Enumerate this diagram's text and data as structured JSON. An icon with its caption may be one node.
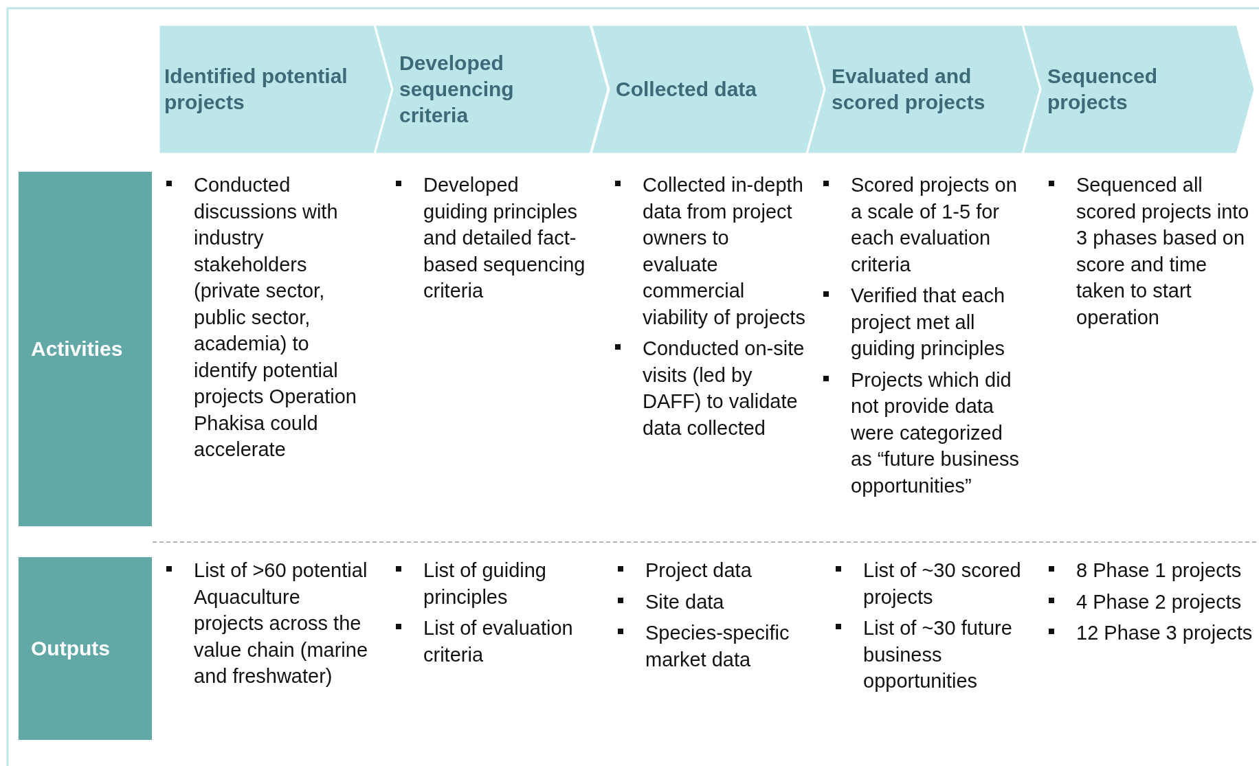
{
  "diagram": {
    "nodes": [
      {
        "text": [
          "Identified potential projects"
        ]
      },
      {
        "text": [
          "Developed sequencing criteria"
        ]
      },
      {
        "text": [
          "Collected data"
        ]
      },
      {
        "text": [
          "Evaluated and scored projects"
        ]
      },
      {
        "text": [
          "Sequenced projects"
        ]
      },
      {
        "text": [
          "Activities"
        ]
      },
      {
        "text": [
          "Outputs"
        ]
      }
    ],
    "edges": [],
    "labels": [
      "Conducted discussions with industry stakeholders (private sector, public sector, academia) to identify potential projects Operation Phakisa could accelerate",
      "Developed guiding principles and detailed fact-based sequencing criteria",
      "Collected in-depth data from project owners to evaluate commercial viability of projects",
      "Conducted on-site visits (led by DAFF) to validate data collected",
      "Scored projects on a scale of 1-5 for each evaluation criteria",
      "Verified that each project met all guiding principles",
      "Projects which did not provide data were categorized as “future business opportunities”",
      "Sequenced all scored projects into 3 phases based on score and time taken to start operation",
      "List of >60 potential Aquaculture projects across the value chain (marine and freshwater)",
      "List of guiding principles",
      "List of evaluation criteria",
      "Project data",
      "Site data",
      "Species-specific market data",
      "List of ~30 scored projects",
      "List of ~30 future business opportunities",
      "8 Phase 1 projects",
      "4 Phase 2 projects",
      "12 Phase 3 projects"
    ]
  }
}
